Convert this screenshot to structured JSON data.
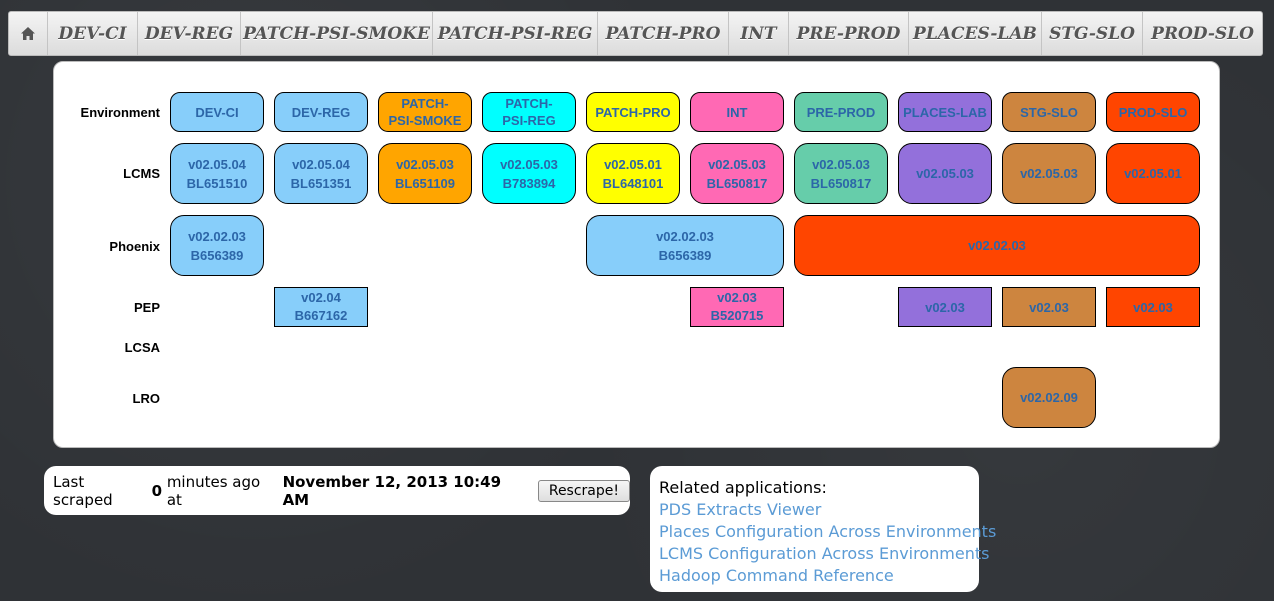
{
  "nav": {
    "home_icon": "home-icon",
    "items": [
      "DEV-CI",
      "DEV-REG",
      "PATCH-PSI-SMOKE",
      "PATCH-PSI-REG",
      "PATCH-PRO",
      "INT",
      "PRE-PROD",
      "PLACES-LAB",
      "STG-SLO",
      "PROD-SLO"
    ]
  },
  "rows": {
    "environment": "Environment",
    "lcms": "LCMS",
    "phoenix": "Phoenix",
    "pep": "PEP",
    "lcsa": "LCSA",
    "lro": "LRO"
  },
  "environments": {
    "devci": "DEV-CI",
    "devreg": "DEV-REG",
    "smoke_1": "PATCH-",
    "smoke_2": "PSI-SMOKE",
    "psireg_1": "PATCH-",
    "psireg_2": "PSI-REG",
    "pro": "PATCH-PRO",
    "int": "INT",
    "preprod": "PRE-PROD",
    "places": "PLACES-LAB",
    "stg": "STG-SLO",
    "prod": "PROD-SLO"
  },
  "lcms": {
    "devci": [
      "v02.05.04",
      "BL651510"
    ],
    "devreg": [
      "v02.05.04",
      "BL651351"
    ],
    "smoke": [
      "v02.05.03",
      "BL651109"
    ],
    "psireg": [
      "v02.05.03",
      "B783894"
    ],
    "pro": [
      "v02.05.01",
      "BL648101"
    ],
    "int": [
      "v02.05.03",
      "BL650817"
    ],
    "preprod": [
      "v02.05.03",
      "BL650817"
    ],
    "places": "v02.05.03",
    "stg": "v02.05.03",
    "prod": "v02.05.01"
  },
  "phoenix": {
    "devci": [
      "v02.02.03",
      "B656389"
    ],
    "pro_int": [
      "v02.02.03",
      "B656389"
    ],
    "preprod_prod": "v02.02.03"
  },
  "pep": {
    "devreg": [
      "v02.04",
      "B667162"
    ],
    "int": [
      "v02.03",
      "B520715"
    ],
    "places": "v02.03",
    "stg": "v02.03",
    "prod": "v02.03"
  },
  "lro": {
    "stg": "v02.02.09"
  },
  "scrape": {
    "prefix": "Last scraped",
    "minutes": "0",
    "middle": "minutes ago at",
    "timestamp": "November 12, 2013 10:49 AM",
    "button": "Rescrape!"
  },
  "related": {
    "heading": "Related applications:",
    "links": [
      "PDS Extracts Viewer",
      "Places Configuration Across Environments",
      "LCMS Configuration Across Environments",
      "Hadoop Command Reference"
    ]
  },
  "colors": {
    "devci": "#87cefa",
    "devreg": "#87cefa",
    "smoke": "#ffa500",
    "psireg": "#00ffff",
    "pro": "#ffff00",
    "int": "#ff69b4",
    "preprod": "#66cdaa",
    "places": "#9370db",
    "stg": "#cd853f",
    "prod": "#ff4500",
    "link": "#5b9bd5",
    "cell_text": "#2c66a8"
  }
}
